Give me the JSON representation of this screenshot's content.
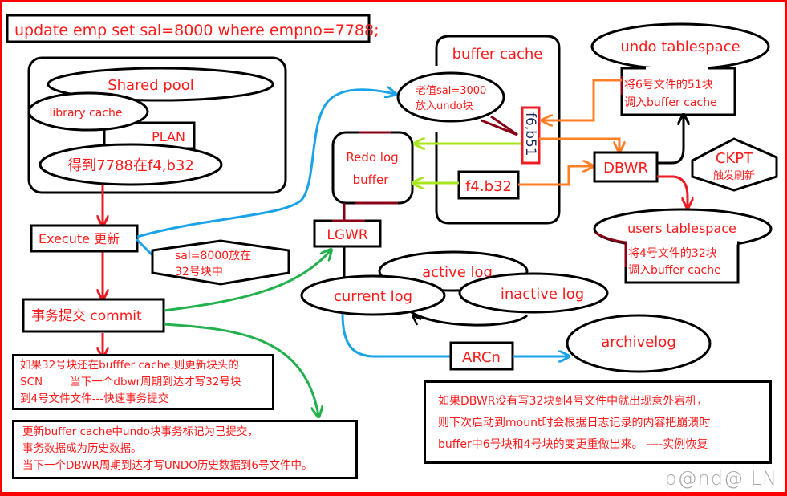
{
  "title": {
    "sql_statement": "update emp set sal=8000 where empno=7788;"
  },
  "sga": {
    "shared_pool": "Shared pool",
    "library_cache": "library cache",
    "plan": "PLAN",
    "parse_result": "得到7788在f4,b32",
    "buffer_cache": "buffer cache",
    "undo_callout": [
      "老值sal=3000",
      "放入undo块"
    ],
    "block_f6": "f6,b51",
    "block_f4": "f4.b32",
    "redo_log_buffer": [
      "Redo log",
      "buffer"
    ]
  },
  "flow": {
    "execute": "Execute 更新",
    "execute_note": [
      "sal=8000放在",
      "32号块中"
    ],
    "commit": "事务提交 commit"
  },
  "processes": {
    "lgwr": "LGWR",
    "dbwr": "DBWR",
    "arcn": "ARCn",
    "ckpt": "CKPT",
    "ckpt_note": "触发刷新"
  },
  "logs": {
    "current": "current log",
    "active": "active log",
    "inactive": "inactive log",
    "archive": "archivelog"
  },
  "tablespaces": {
    "undo": "undo tablespace",
    "undo_note": [
      "将6号文件的51块",
      "调入buffer cache"
    ],
    "users": "users tablespace",
    "users_note": [
      "将4号文件的32块",
      "调入buffer cache"
    ]
  },
  "notes": {
    "fast_commit": "如果32号块还在bufffer cache,则更新块头的\nSCN        当下一个dbwr周期到达才写32号块\n到4号文件文件---快速事务提交",
    "undo_commit": "更新buffer cache中undo块事务标记为已提交，\n事务数据成为历史数据。\n当下一个DBWR周期到达才写UNDO历史数据到6号文件中。",
    "instance_recovery": "如果DBWR没有写32块到4号文件中就出现意外宕机，\n则下次启动到mount时会根据日志记录的内容把崩溃时\nbuffer中6号块和4号块的变更重做出来。 ----实例恢复"
  },
  "watermark": "p@nd@ LN",
  "colors": {
    "frame": "#ff0000",
    "text": "#ff1a1a",
    "outline": "#000000",
    "blue_arrow": "#1aa3e8",
    "green_arrow": "#22b14c",
    "lime_arrow": "#a8e61d",
    "orange_arrow": "#ff7f27",
    "red_arrow": "#ed1c24",
    "dark_red": "#880015"
  }
}
